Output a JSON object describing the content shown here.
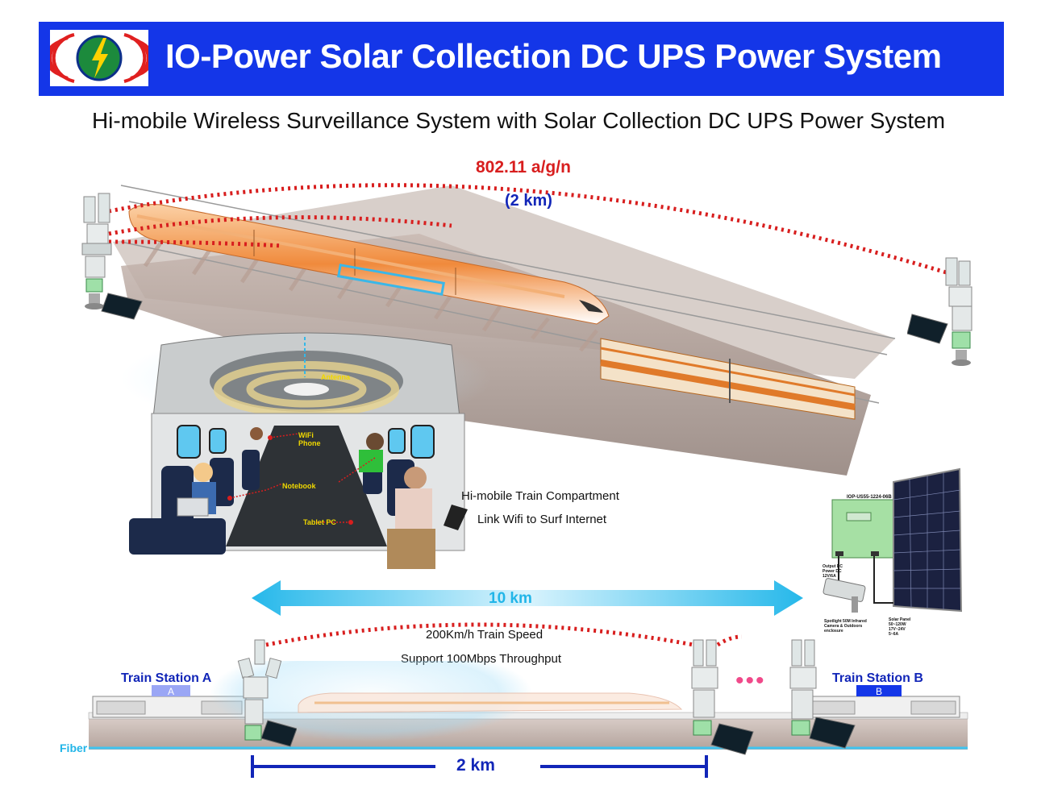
{
  "header": {
    "title": "IO-Power Solar Collection DC UPS Power System",
    "logo_icon": "io-power-lightning-logo"
  },
  "subtitle": "Hi-mobile Wireless Surveillance System with Solar Collection DC UPS Power System",
  "top_link": {
    "protocol": "802.11 a/g/n",
    "distance": "(2 km)"
  },
  "compartment": {
    "antenna": "Antenna",
    "wifi_phone": "WiFi Phone",
    "notebook": "Notebook",
    "tablet": "Tablet PC",
    "caption_line1": "Hi-mobile Train Compartment",
    "caption_line2": "Link Wifi to Surf Internet"
  },
  "equipment": {
    "model": "IOP-US55-1224-06B",
    "output_label": "Output DC Power DC 12V/6A",
    "camera_label": "Spotlight 50M Infrared Camera & Outdoors enclosure",
    "solar_label": "Solar Panel 50~120W 17V~24V 5~6A"
  },
  "bottom": {
    "span_10km": "10 km",
    "train_speed": "200Km/h Train Speed",
    "throughput": "Support 100Mbps Throughput",
    "station_a": "Train Station A",
    "station_a_sign": "A",
    "station_b": "Train Station B",
    "station_b_sign": "B",
    "fiber": "Fiber",
    "span_2km": "2 km",
    "ellipsis": "•••"
  },
  "colors": {
    "header_blue": "#1436e8",
    "link_red": "#d81e1e",
    "label_blue": "#1226b8",
    "arrow_cyan": "#21b5e8",
    "train_orange": "#f08a3c"
  }
}
